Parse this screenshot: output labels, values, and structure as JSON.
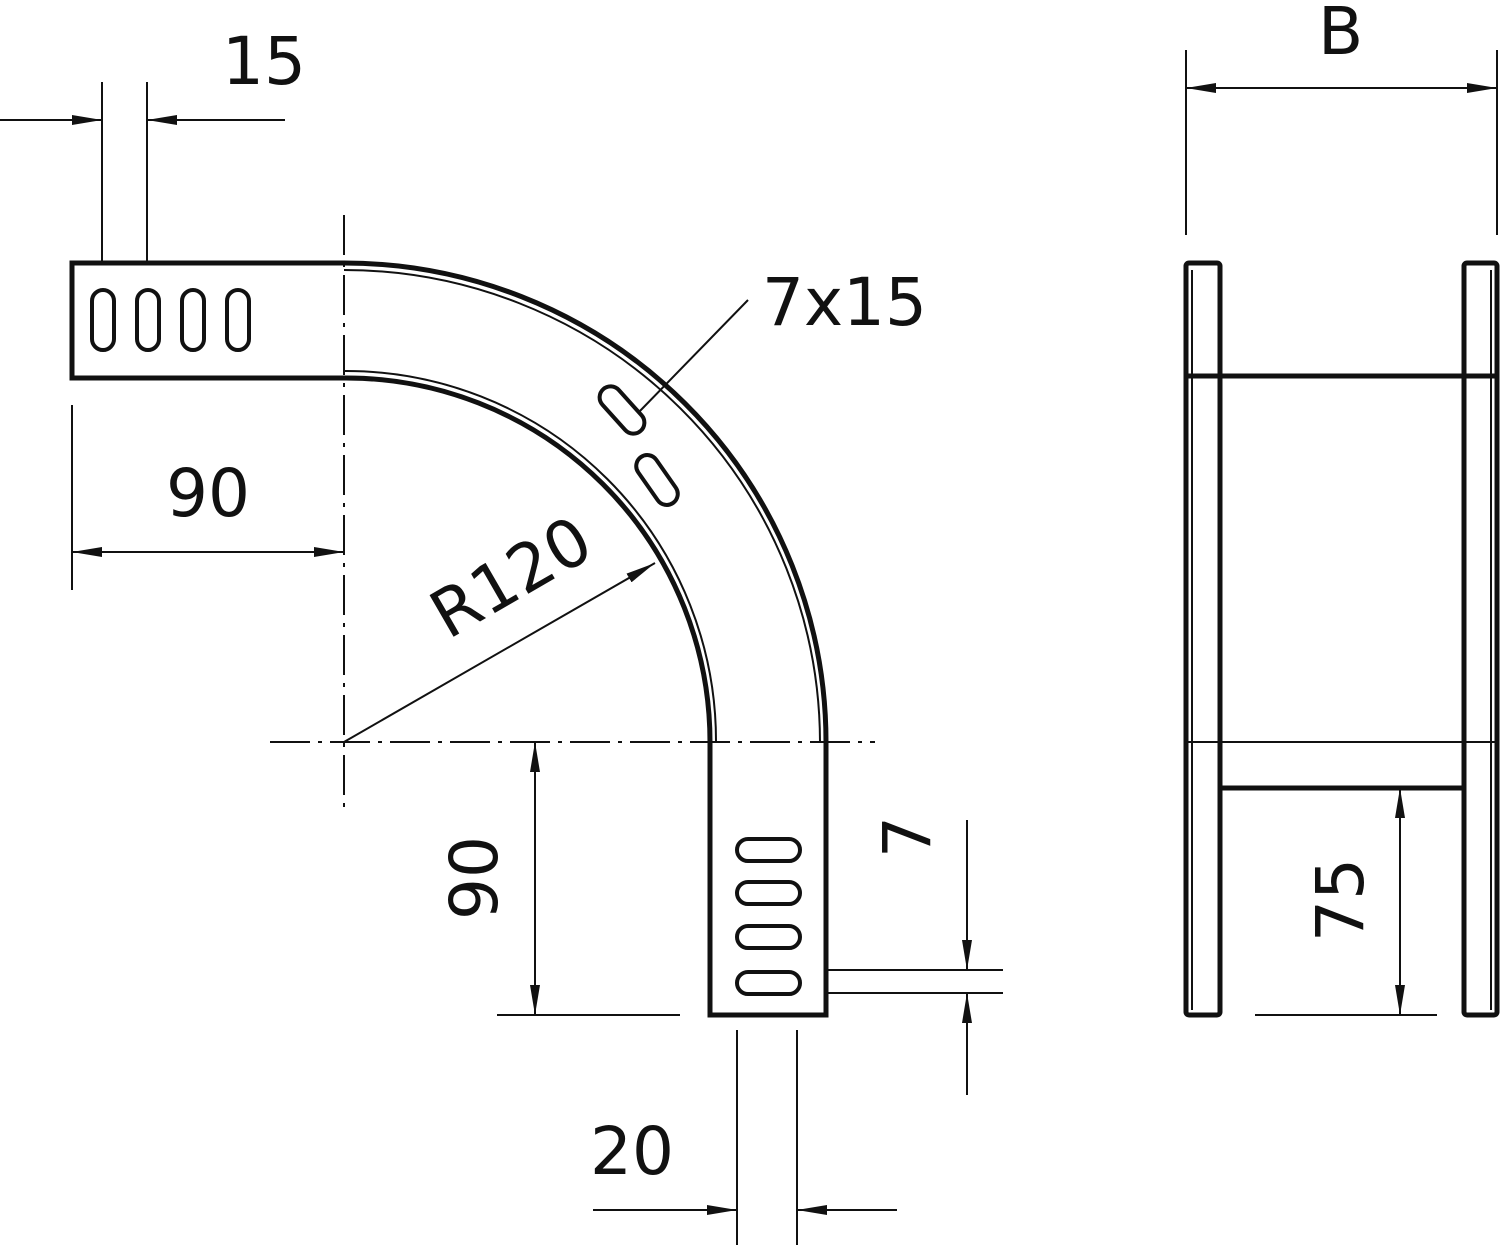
{
  "drawing": {
    "dim_slot_pitch": "15",
    "dim_straight_length": "90",
    "dim_radius": "R120",
    "dim_slot_size": "7x15",
    "dim_straight_length_vertical": "90",
    "dim_slot_width": "7",
    "dim_slot_offset": "20",
    "dim_width": "B",
    "dim_height": "75"
  },
  "colors": {
    "line": "#111111",
    "background": "#ffffff"
  }
}
